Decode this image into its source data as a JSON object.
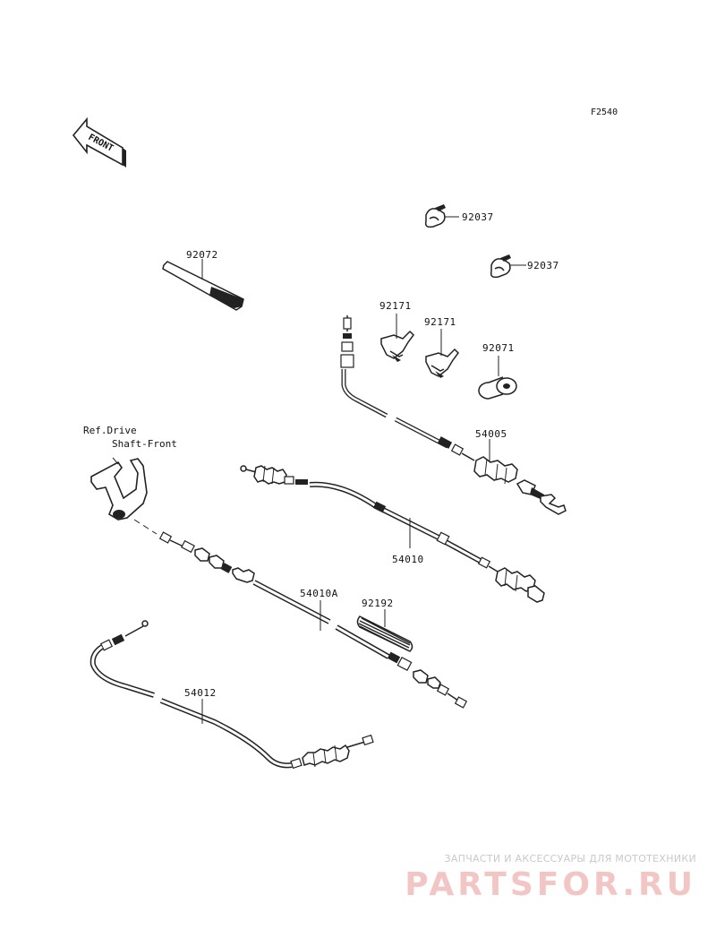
{
  "figure_code": "F2540",
  "front_arrow": {
    "text": "FRONT",
    "icon": "front-direction-arrow-icon"
  },
  "reference": {
    "line1": "Ref.Drive",
    "line2": "Shaft-Front"
  },
  "parts": [
    {
      "id": "part-92037-a",
      "number": "92037",
      "description_icon": "cable-clamp-icon"
    },
    {
      "id": "part-92037-b",
      "number": "92037",
      "description_icon": "cable-clamp-icon"
    },
    {
      "id": "part-92072",
      "number": "92072",
      "description_icon": "cable-tie-band-icon"
    },
    {
      "id": "part-92171-a",
      "number": "92171",
      "description_icon": "cable-clip-icon"
    },
    {
      "id": "part-92171-b",
      "number": "92171",
      "description_icon": "cable-clip-icon"
    },
    {
      "id": "part-92071",
      "number": "92071",
      "description_icon": "grommet-icon"
    },
    {
      "id": "part-54005",
      "number": "54005",
      "description_icon": "throttle-cable-icon"
    },
    {
      "id": "part-54010",
      "number": "54010",
      "description_icon": "control-cable-icon"
    },
    {
      "id": "part-54010A",
      "number": "54010A",
      "description_icon": "control-cable-icon"
    },
    {
      "id": "part-92192",
      "number": "92192",
      "description_icon": "protective-tube-icon"
    },
    {
      "id": "part-54012",
      "number": "54012",
      "description_icon": "control-cable-icon"
    }
  ],
  "watermark": {
    "subtitle": "ЗАПЧАСТИ И АКСЕССУАРЫ ДЛЯ МОТОТЕХНИКИ",
    "brand": "PARTSFOR.RU"
  },
  "colors": {
    "line": "#222222",
    "background": "#ffffff",
    "watermark_brand": "#f3c6c6",
    "watermark_sub": "#c9c9c9"
  }
}
